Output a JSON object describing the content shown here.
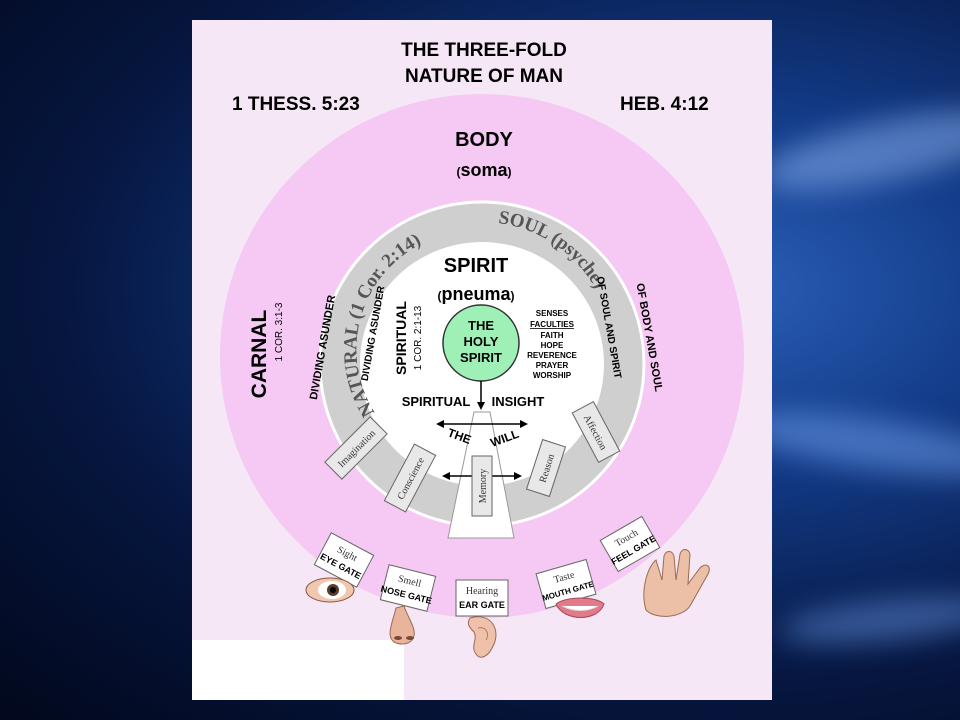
{
  "title_line1": "THE THREE-FOLD",
  "title_line2": "NATURE OF MAN",
  "ref_left": "1 THESS. 5:23",
  "ref_right": "HEB. 4:12",
  "body": {
    "label": "BODY",
    "sub": "soma"
  },
  "soul": {
    "label": "SOUL (psyche)"
  },
  "spirit": {
    "label": "SPIRIT",
    "sub": "pneuma"
  },
  "holy_spirit": {
    "line1": "THE",
    "line2": "HOLY",
    "line3": "SPIRIT"
  },
  "carnal": {
    "label": "CARNAL",
    "ref": "1 COR. 3:1-3"
  },
  "natural": {
    "label": "NATURAL (1 Cor. 2:14)"
  },
  "spiritual": {
    "label": "SPIRITUAL",
    "ref": "1 COR. 2:1-13"
  },
  "dividing_outer": "DIVIDING ASUNDER",
  "dividing_inner": "DIVIDING ASUNDER",
  "of_soul_spirit": "OF SOUL AND SPIRIT",
  "of_body_soul": "OF BODY AND SOUL",
  "faculties": [
    "SENSES",
    "FACULTIES",
    "FAITH",
    "HOPE",
    "REVERENCE",
    "PRAYER",
    "WORSHIP"
  ],
  "insight_left": "SPIRITUAL",
  "insight_right": "INSIGHT",
  "the_will_left": "THE",
  "the_will_right": "WILL",
  "soul_faculties": [
    "Imagination",
    "Conscience",
    "Memory",
    "Reason",
    "Affection"
  ],
  "gates": [
    {
      "sense": "Sight",
      "gate": "EYE GATE"
    },
    {
      "sense": "Smell",
      "gate": "NOSE GATE"
    },
    {
      "sense": "Hearing",
      "gate": "EAR GATE"
    },
    {
      "sense": "Taste",
      "gate": "MOUTH GATE"
    },
    {
      "sense": "Touch",
      "gate": "FEEL GATE"
    }
  ],
  "colors": {
    "panel": "#f5e7f5",
    "body_ring": "#f5c9f3",
    "soul_ring": "#cfcfcf",
    "spirit_core": "#ffffff",
    "holy_spirit": "#9ff0b6",
    "background": "#0b2a6b"
  }
}
